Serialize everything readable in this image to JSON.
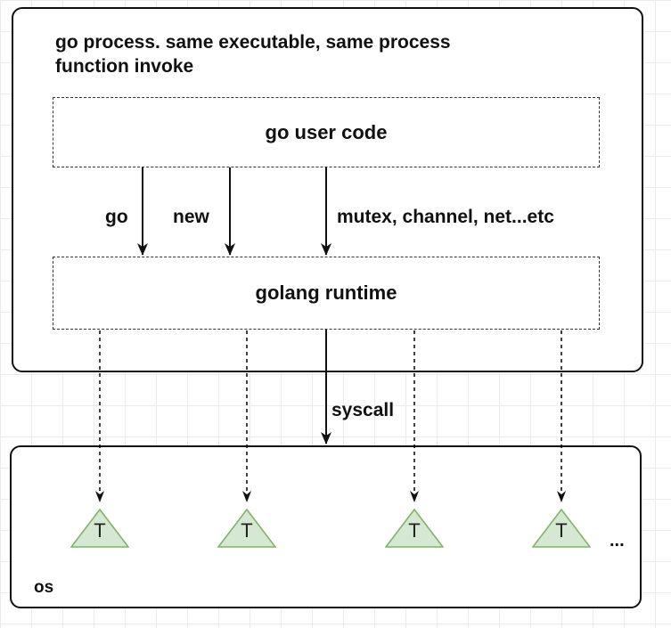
{
  "process": {
    "title_line1": "go process. same executable, same process",
    "title_line2": "function invoke"
  },
  "user_code": {
    "label": "go user code"
  },
  "runtime": {
    "label": "golang runtime"
  },
  "arrows": {
    "go": "go",
    "new": "new",
    "mutex": "mutex, channel, net...etc",
    "syscall": "syscall"
  },
  "os": {
    "label": "os",
    "threads": [
      "T",
      "T",
      "T",
      "T"
    ],
    "more": "..."
  },
  "colors": {
    "thread_fill": "#d5e8d4",
    "thread_stroke": "#82b366",
    "line": "#111111"
  }
}
